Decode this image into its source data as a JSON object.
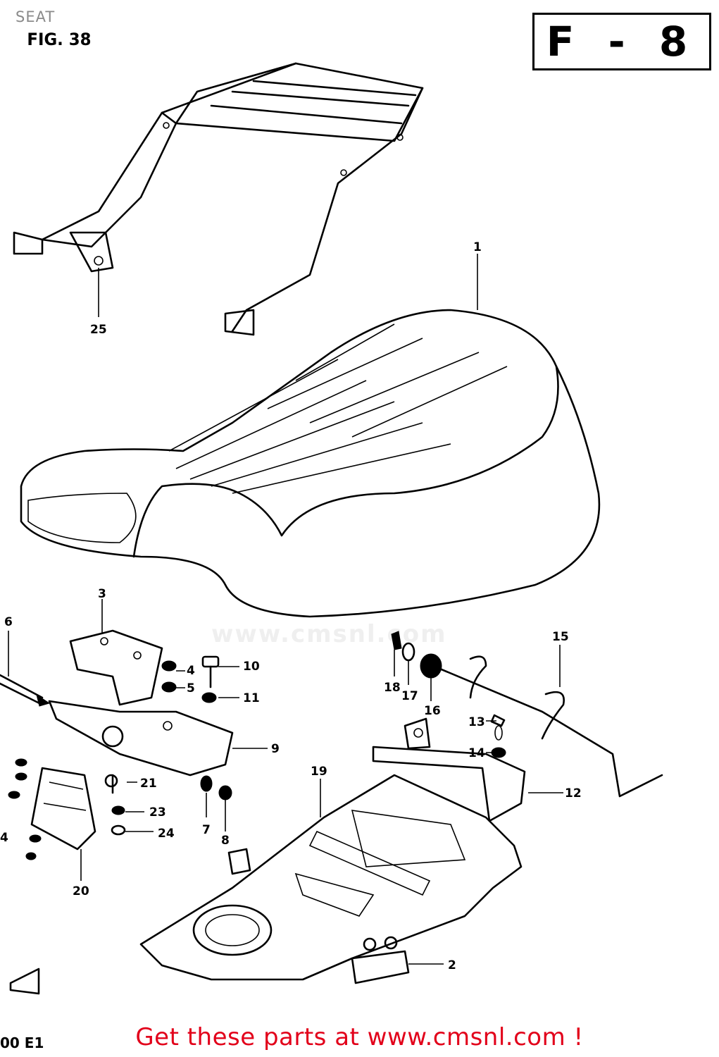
{
  "header": {
    "title": "SEAT"
  },
  "figure": {
    "label": "FIG. 38",
    "section": "F - 8"
  },
  "watermark": {
    "text": "www.cmsnl.com"
  },
  "callouts": {
    "p1": "1",
    "p2": "2",
    "p3": "3",
    "p4": "4",
    "p5": "5",
    "p6": "6",
    "p7": "7",
    "p8": "8",
    "p9": "9",
    "p10": "10",
    "p11": "11",
    "p12": "12",
    "p13": "13",
    "p14": "14",
    "p15": "15",
    "p16": "16",
    "p17": "17",
    "p18": "18",
    "p19": "19",
    "p20": "20",
    "p21": "21",
    "p22": "24",
    "p23": "23",
    "p24": "24",
    "p25": "25",
    "p26": "4"
  },
  "footer": {
    "model_code": "00 E1",
    "cta": "Get these parts at www.cmsnl.com !"
  }
}
